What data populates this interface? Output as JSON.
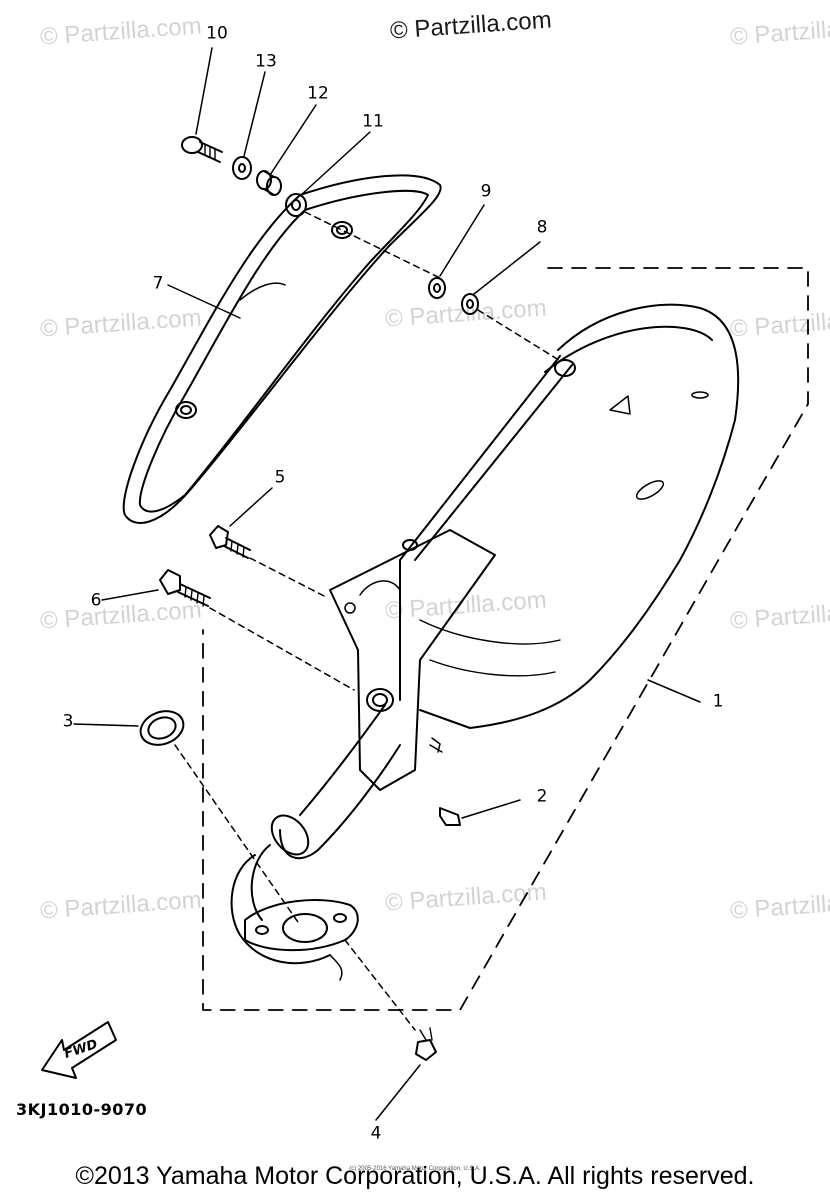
{
  "watermark": "© Partzilla.com",
  "watermark_color": "#d3d3d3",
  "top_watermark": "© Partzilla.com",
  "callouts": {
    "c1": "1",
    "c2": "2",
    "c3": "3",
    "c4": "4",
    "c5": "5",
    "c6": "6",
    "c7": "7",
    "c8": "8",
    "c9": "9",
    "c10": "10",
    "c11": "11",
    "c12": "12",
    "c13": "13"
  },
  "fwd_label": "FWD",
  "part_code": "3KJ1010-9070",
  "copyright": "©2013 Yamaha Motor Corporation, U.S.A. All rights reserved.",
  "small_copyright": "(c) 2005-2016 Yamaha Motor Corporation, U.S.A."
}
